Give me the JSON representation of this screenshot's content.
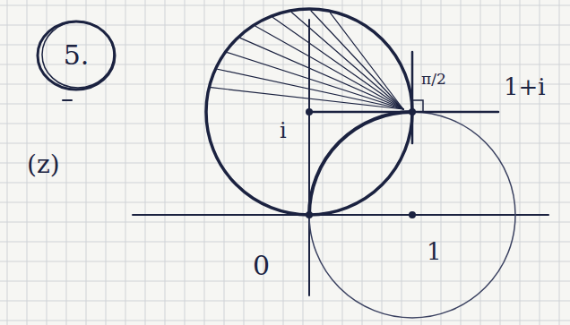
{
  "diagram": {
    "nodes": [
      {
        "text": [
          "5."
        ]
      }
    ],
    "labels": [
      "(z)",
      "π/2",
      "1+i",
      "i",
      "0",
      "1"
    ]
  }
}
